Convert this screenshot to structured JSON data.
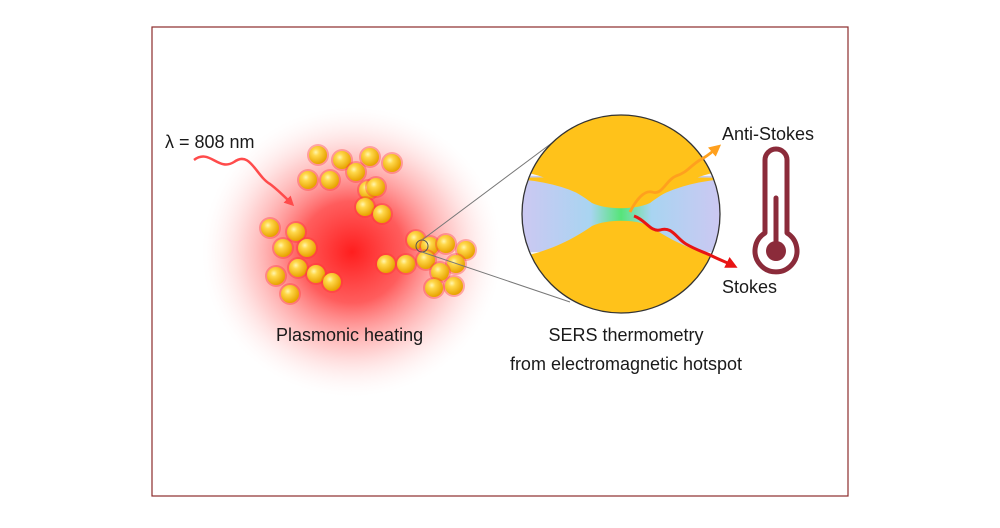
{
  "labels": {
    "wavelength": "λ = 808 nm",
    "plasmonic": "Plasmonic heating",
    "sers_line1": "SERS thermometry",
    "sers_line2": "from electromagnetic hotspot",
    "anti_stokes": "Anti-Stokes",
    "stokes": "Stokes"
  },
  "icons": {
    "thermometer": "thermometer-icon",
    "nanoparticle": "gold-nanoparticle-icon"
  },
  "colors": {
    "frame": "#8b2b2b",
    "gold": "#ffc21a",
    "heat": "#ff2a2a",
    "laser": "#ff4b4b",
    "anti_stokes": "#ffa01e",
    "stokes": "#e81414",
    "thermometer": "#8b2b3a"
  }
}
